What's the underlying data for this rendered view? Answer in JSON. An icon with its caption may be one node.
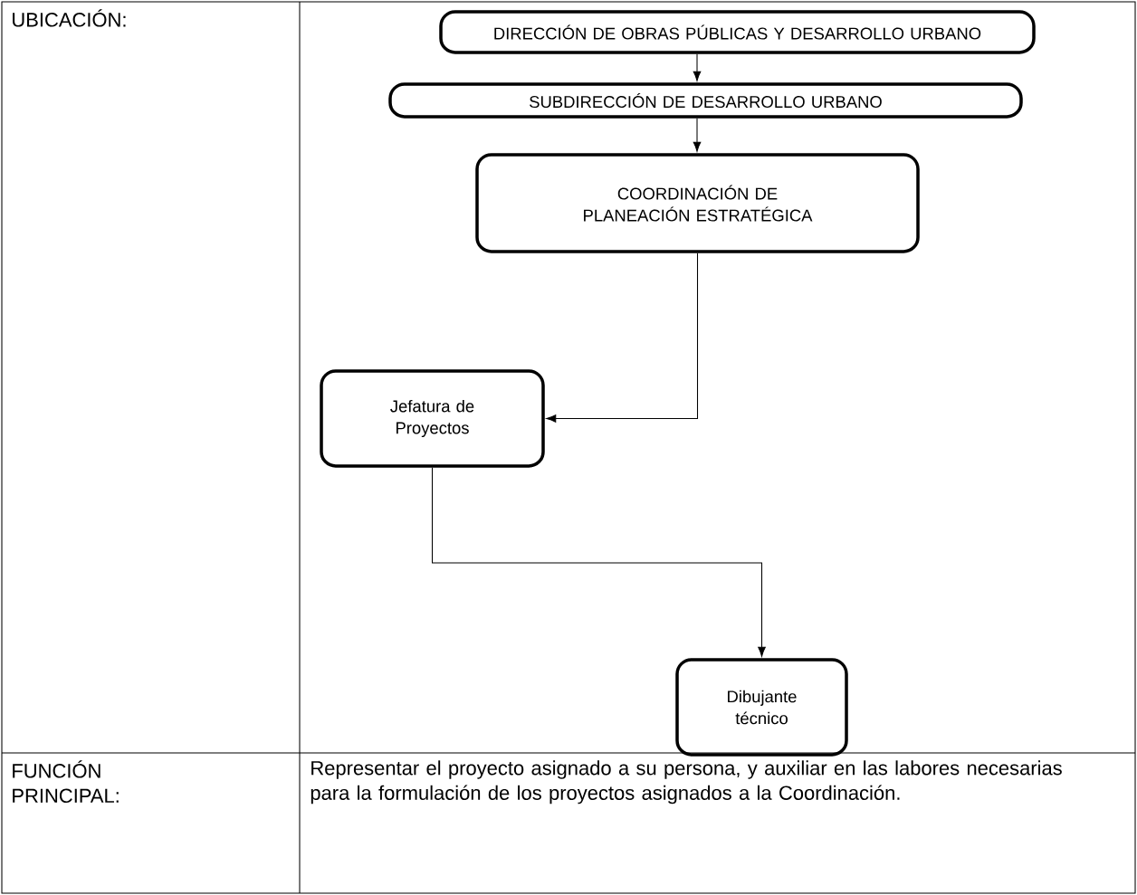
{
  "diagram": {
    "nodes": [
      {
        "text": [
          "DIRECCIÓN DE OBRAS PÚBLICAS Y DESARROLLO URBANO"
        ]
      },
      {
        "text": [
          "SUBDIRECCIÓN DE DESARROLLO URBANO"
        ]
      },
      {
        "text": [
          "COORDINACIÓN DE PLANEACIÓN ESTRATÉGICA"
        ]
      },
      {
        "text": [
          "Jefatura de Proyectos"
        ]
      },
      {
        "text": [
          "Dibujante técnico"
        ]
      }
    ],
    "edges": [
      {
        "from": 0,
        "to": 1,
        "arrow": "to"
      },
      {
        "from": 1,
        "to": 2,
        "arrow": "to"
      },
      {
        "from": 2,
        "to": 3,
        "arrow": "to"
      },
      {
        "from": 3,
        "to": 4,
        "arrow": "to"
      }
    ],
    "labels": [
      "UBICACIÓN:",
      "FUNCIÓN PRINCIPAL:",
      "Representar el proyecto asignado a su persona, y auxiliar en las labores necesarias para la formulación de los proyectos asignados a la Coordinación."
    ]
  }
}
